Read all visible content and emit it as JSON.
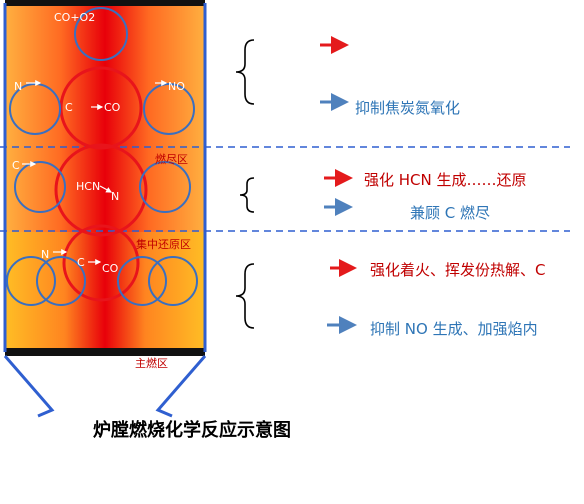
{
  "furnace": {
    "top_label": "CO+O2",
    "upper_zone": {
      "left": "N",
      "center": "C",
      "center_product": "CO",
      "right": "NO"
    },
    "burnout_zone": {
      "name": "燃尽区",
      "left": "C",
      "center": "HCN",
      "center_product": "N"
    },
    "reduction_zone": {
      "name": "集中还原区",
      "left": "N",
      "center": "C",
      "center_product": "CO"
    },
    "main_zone": {
      "name": "主燃区"
    }
  },
  "notes": {
    "upper": {
      "line1": "",
      "line2": "抑制焦炭氮氧化"
    },
    "middle": {
      "line1": "强化 HCN 生成……还原",
      "line2": "兼顾 C 燃尽"
    },
    "lower": {
      "line1": "强化着火、挥发份热解、C",
      "line2": "抑制 NO 生成、加强焰内"
    }
  },
  "caption": "炉膛燃烧化学反应示意图",
  "colors": {
    "red_arrow": "#e41a1c",
    "blue_arrow": "#4f81bd",
    "circle_blue": "#3a6fc0",
    "circle_red": "#e8141b",
    "dashed_divider": "#2f5fd0"
  }
}
